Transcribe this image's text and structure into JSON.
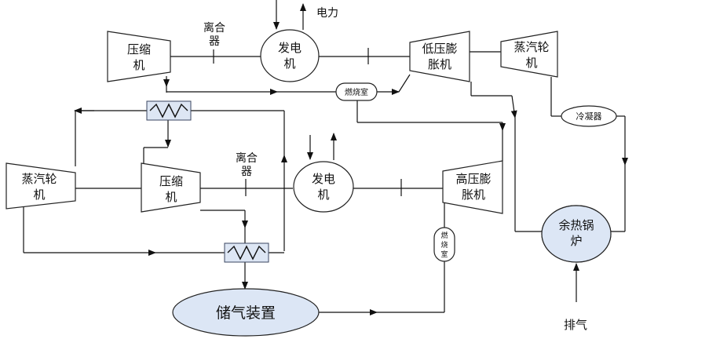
{
  "colors": {
    "line": "#111111",
    "component_fill": "#ffffff",
    "storage_fill": "#dce6f5",
    "heat_exchanger_fill": "#dde6f4"
  },
  "top_loop": {
    "compressor": [
      "压缩",
      "机"
    ],
    "clutch": [
      "离合",
      "器"
    ],
    "generator": [
      "发电",
      "机"
    ],
    "power": "电力",
    "lp_expander": [
      "低压膨",
      "胀机"
    ],
    "combustor": "燃烧室",
    "steam_turbine": [
      "蒸汽轮",
      "机"
    ],
    "condenser": "冷凝器"
  },
  "bottom_loop": {
    "steam_turbine": [
      "蒸汽轮",
      "机"
    ],
    "compressor": [
      "压缩",
      "机"
    ],
    "clutch": [
      "离合",
      "器"
    ],
    "generator": [
      "发电",
      "机"
    ],
    "hp_expander": [
      "高压膨",
      "胀机"
    ],
    "combustor": [
      "燃",
      "烧",
      "室"
    ],
    "storage": "储气装置"
  },
  "hrsg": [
    "余热锅",
    "炉"
  ],
  "exhaust": "排气"
}
